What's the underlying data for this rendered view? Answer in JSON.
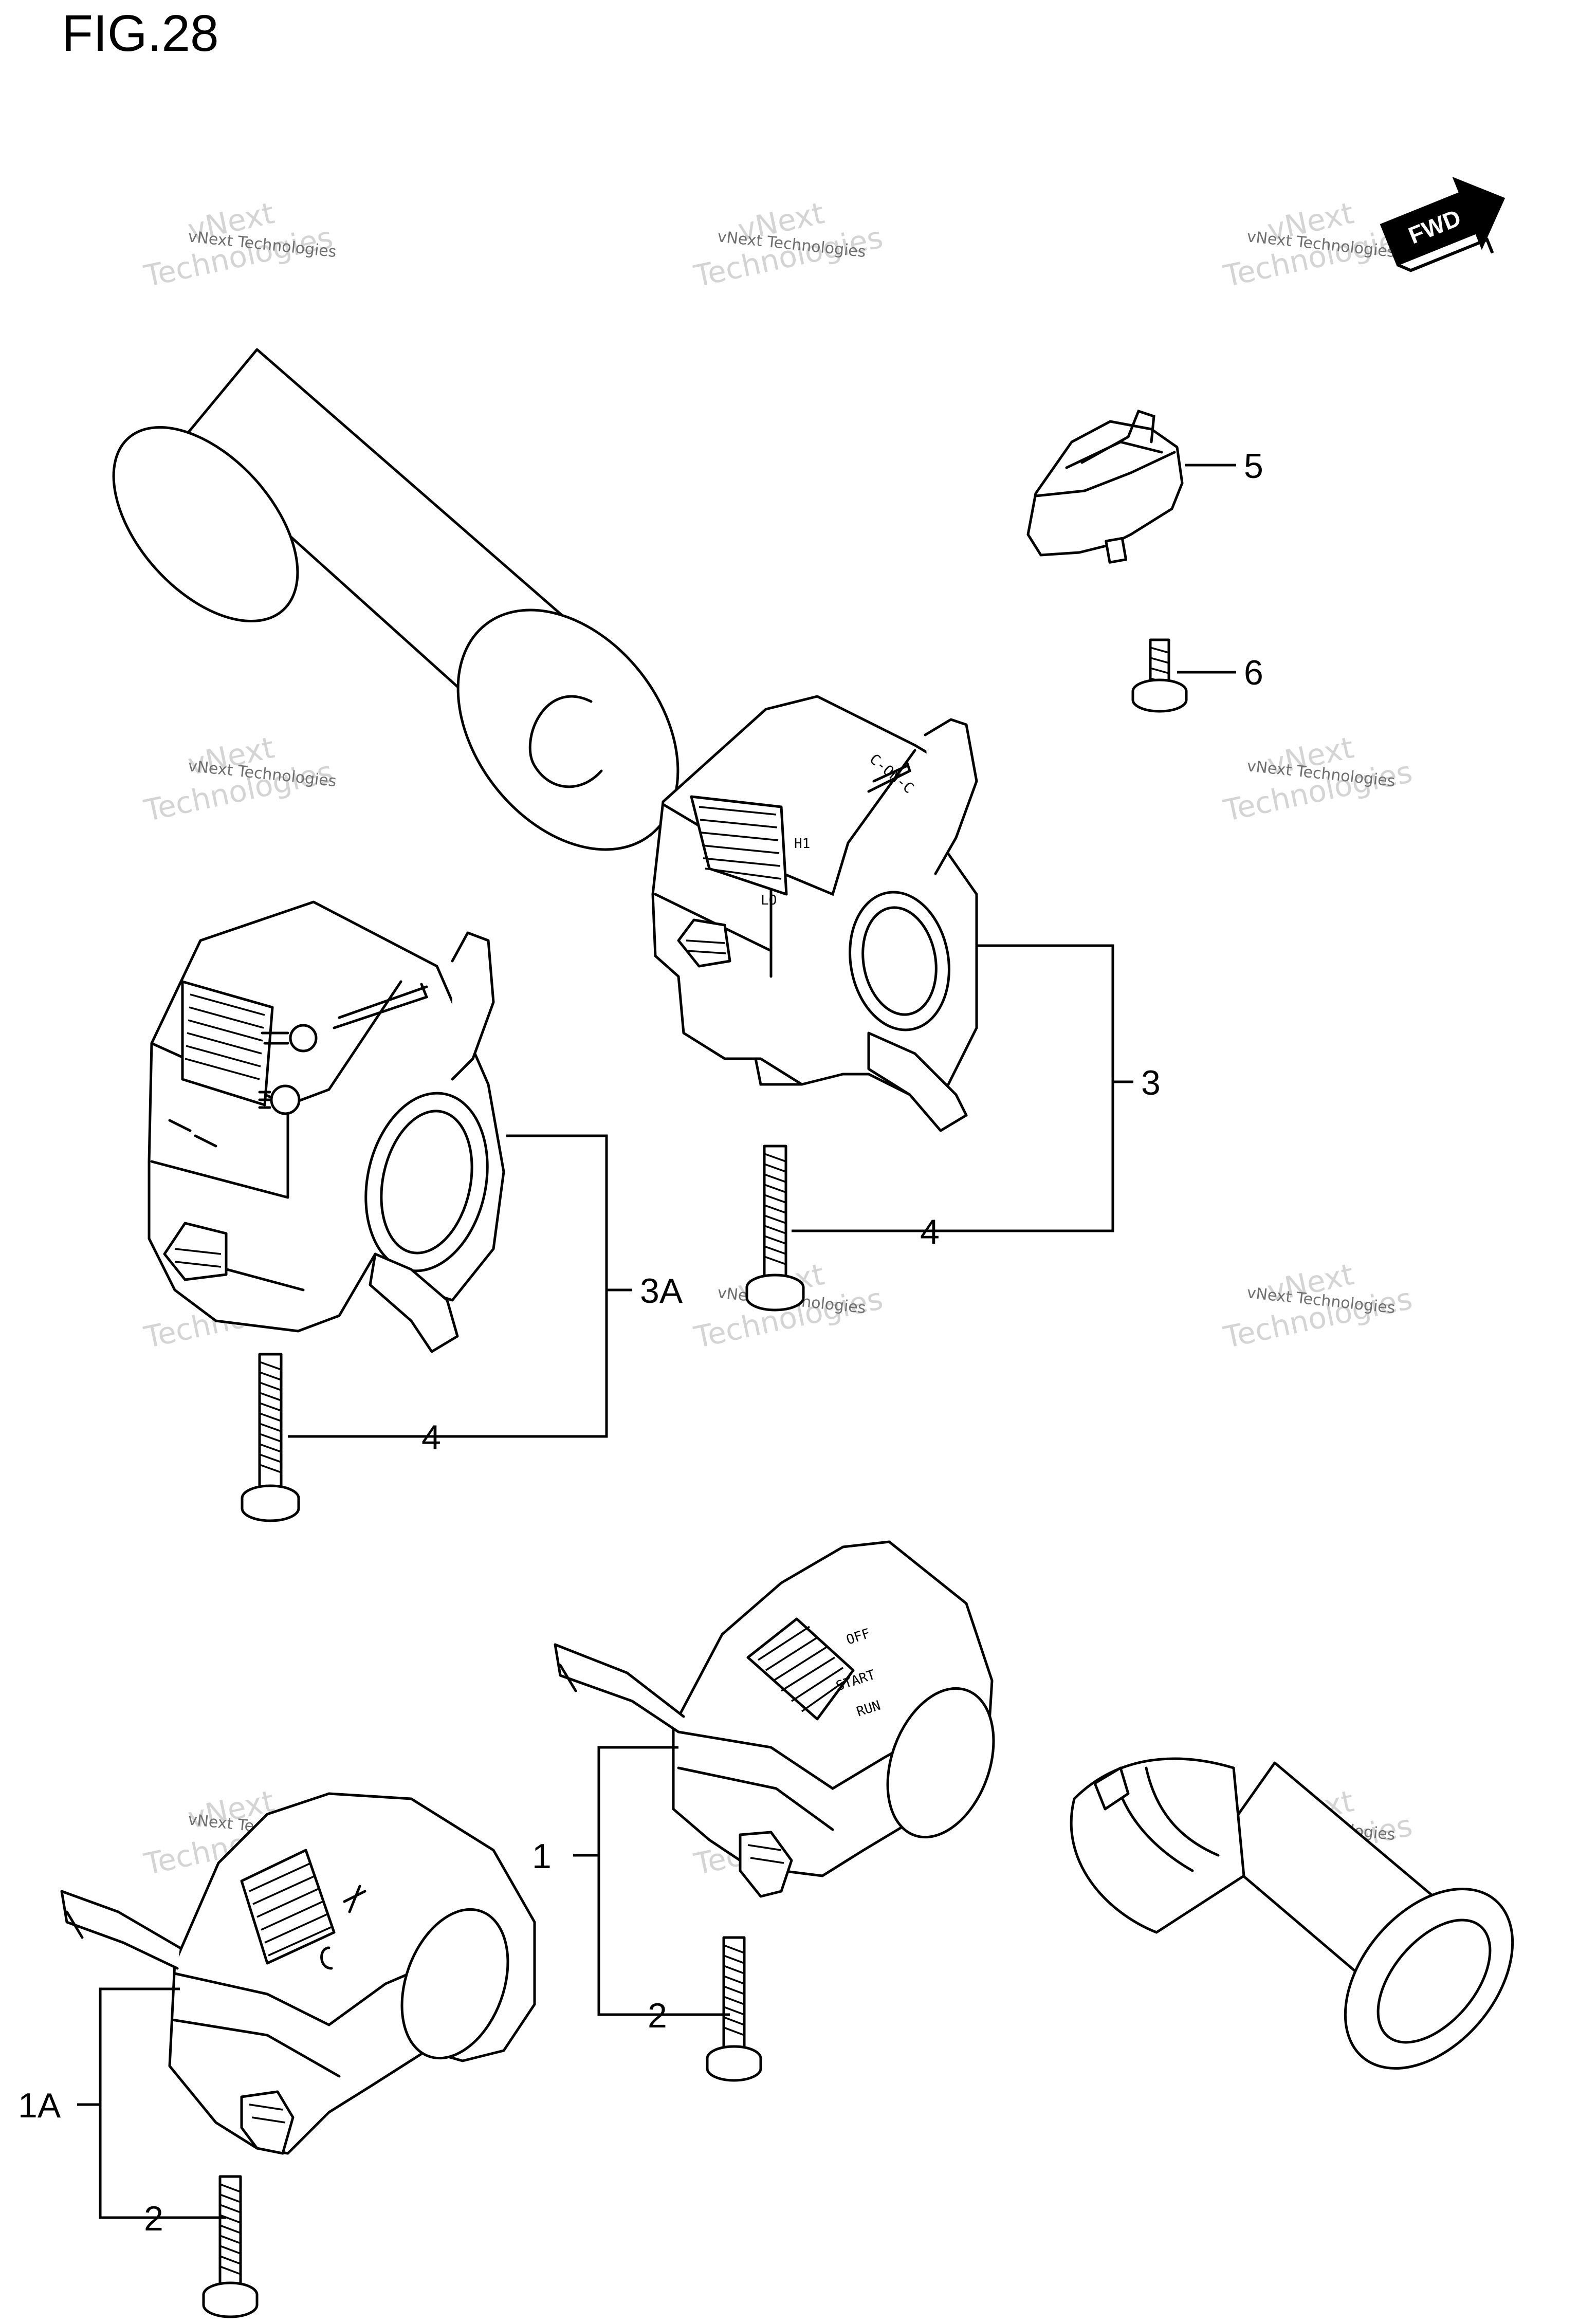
{
  "figure": {
    "title": "FIG.28"
  },
  "watermark": {
    "line1": "vNext",
    "line2": "Technologies",
    "full": "vNext Technologies"
  },
  "direction_indicator": {
    "label": "FWD"
  },
  "callouts": [
    {
      "id": "c5",
      "label": "5"
    },
    {
      "id": "c6",
      "label": "6"
    },
    {
      "id": "c3",
      "label": "3"
    },
    {
      "id": "c4a",
      "label": "4"
    },
    {
      "id": "c3a",
      "label": "3A"
    },
    {
      "id": "c4b",
      "label": "4"
    },
    {
      "id": "c1",
      "label": "1"
    },
    {
      "id": "c2a",
      "label": "2"
    },
    {
      "id": "c1a",
      "label": "1A"
    },
    {
      "id": "c2b",
      "label": "2"
    }
  ]
}
